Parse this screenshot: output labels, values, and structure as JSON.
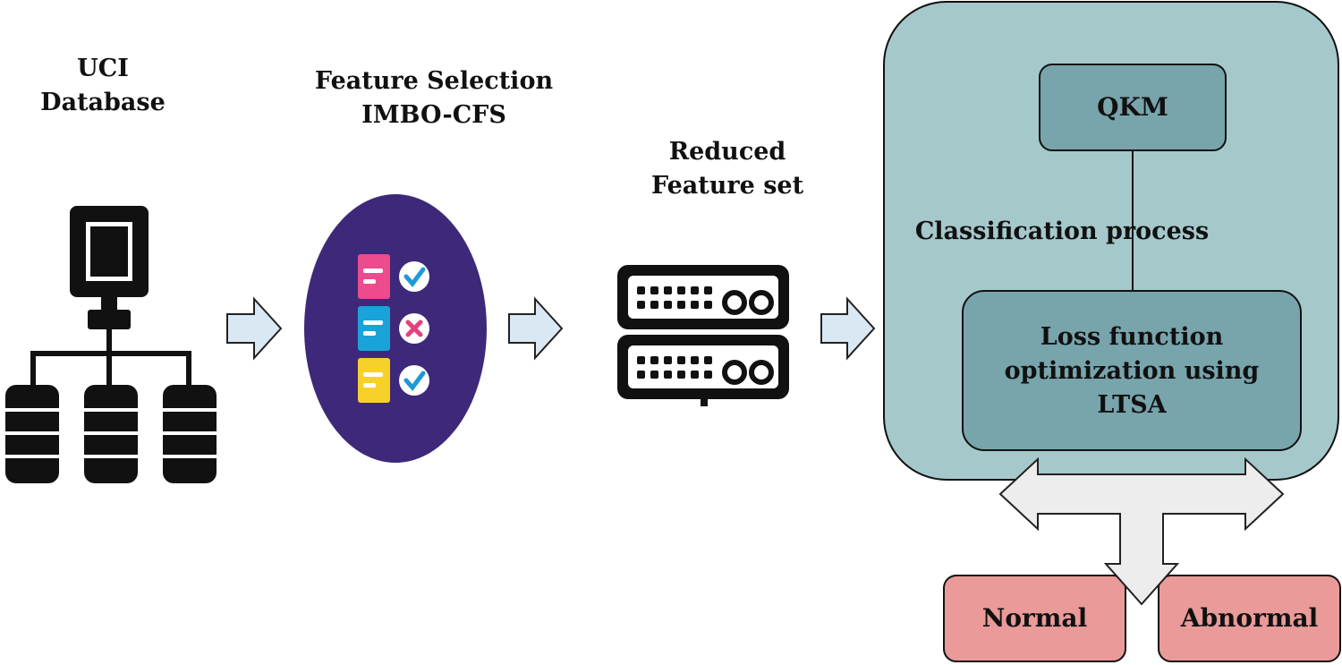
{
  "labels": {
    "uci_line1": "UCI",
    "uci_line2": "Database",
    "fs_line1": "Feature Selection",
    "fs_line2": "IMBO-CFS",
    "reduced_line1": "Reduced",
    "reduced_line2": "Feature set",
    "classification": "Classification process",
    "qkm": "QKM",
    "loss_line1": "Loss function",
    "loss_line2": "optimization using",
    "loss_line3": "LTSA",
    "normal": "Normal",
    "abnormal": "Abnormal"
  },
  "colors": {
    "classification_bg": "#a5c8cb",
    "inner_box": "#78a4ac",
    "outcome_box": "#e99a99",
    "arrow_fill": "#dae8f3",
    "feature_oval": "#3e2879"
  }
}
